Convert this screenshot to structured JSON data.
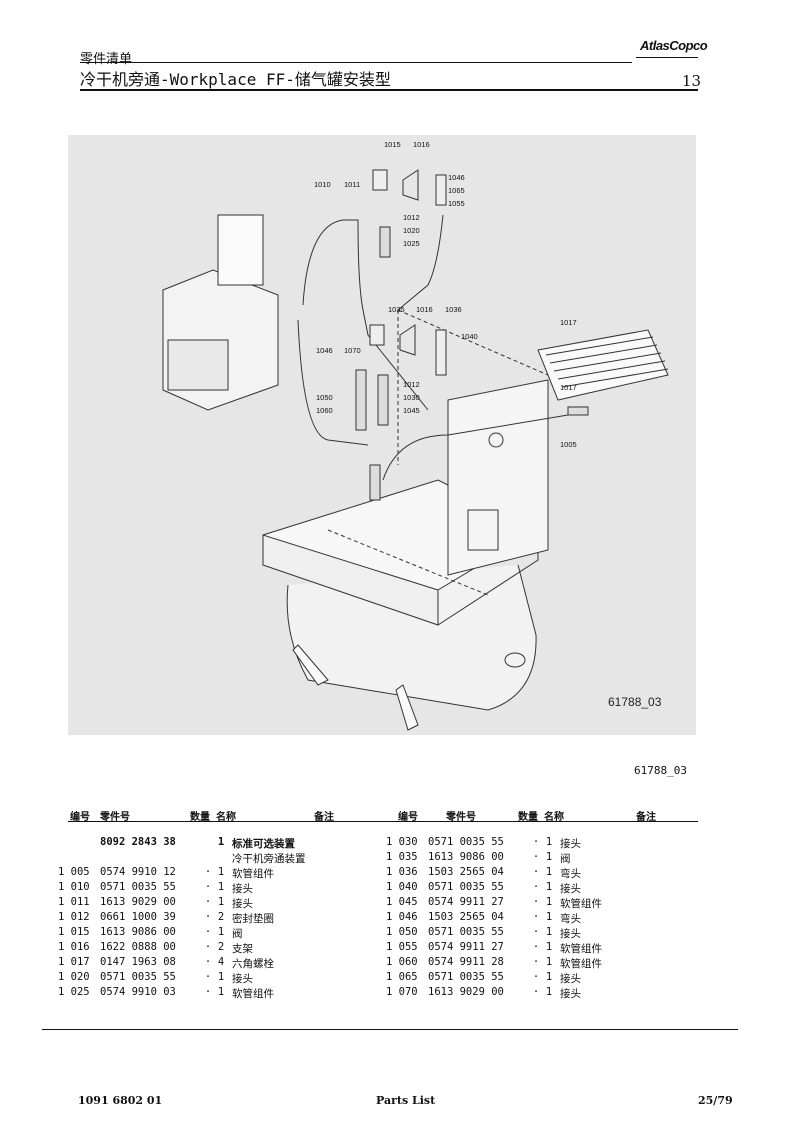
{
  "header": {
    "section_label": "零件清单",
    "title": "冷干机旁通-Workplace FF-储气罐安装型",
    "page_number": "13",
    "logo_text": "AtlasCopco"
  },
  "diagram": {
    "drawing_code": "61788_03",
    "figure_ref": "61788_03",
    "callouts": [
      "1015",
      "1016",
      "1046",
      "1065",
      "1055",
      "1010",
      "1011",
      "1012",
      "1020",
      "1025",
      "1035",
      "1016",
      "1036",
      "1017",
      "1040",
      "1046",
      "1070",
      "1012",
      "1030",
      "1045",
      "1050",
      "1060",
      "1017",
      "1005"
    ]
  },
  "columns": {
    "pos": "编号",
    "part_no": "零件号",
    "qty_name": "数量 名称",
    "remark": "备注"
  },
  "left_table": [
    {
      "pos": "",
      "pn": "8092 2843 38",
      "dot": "",
      "qty": "1",
      "name": "标准可选装置",
      "bold": true
    },
    {
      "pos": "",
      "pn": "",
      "dot": "",
      "qty": "",
      "name": "冷干机旁通装置",
      "bold": false
    },
    {
      "pos": "1 005",
      "pn": "0574 9910 12",
      "dot": "·",
      "qty": "1",
      "name": "软管组件",
      "bold": false
    },
    {
      "pos": "1 010",
      "pn": "0571 0035 55",
      "dot": "·",
      "qty": "1",
      "name": "接头",
      "bold": false
    },
    {
      "pos": "1 011",
      "pn": "1613 9029 00",
      "dot": "·",
      "qty": "1",
      "name": "接头",
      "bold": false
    },
    {
      "pos": "1 012",
      "pn": "0661 1000 39",
      "dot": "·",
      "qty": "2",
      "name": "密封垫圈",
      "bold": false
    },
    {
      "pos": "1 015",
      "pn": "1613 9086 00",
      "dot": "·",
      "qty": "1",
      "name": "阀",
      "bold": false
    },
    {
      "pos": "1 016",
      "pn": "1622 0888 00",
      "dot": "·",
      "qty": "2",
      "name": "支架",
      "bold": false
    },
    {
      "pos": "1 017",
      "pn": "0147 1963 08",
      "dot": "·",
      "qty": "4",
      "name": "六角螺栓",
      "bold": false
    },
    {
      "pos": "1 020",
      "pn": "0571 0035 55",
      "dot": "·",
      "qty": "1",
      "name": "接头",
      "bold": false
    },
    {
      "pos": "1 025",
      "pn": "0574 9910 03",
      "dot": "·",
      "qty": "1",
      "name": "软管组件",
      "bold": false
    }
  ],
  "right_table": [
    {
      "pos": "1 030",
      "pn": "0571 0035 55",
      "dot": "·",
      "qty": "1",
      "name": "接头",
      "bold": false
    },
    {
      "pos": "1 035",
      "pn": "1613 9086 00",
      "dot": "·",
      "qty": "1",
      "name": "阀",
      "bold": false
    },
    {
      "pos": "1 036",
      "pn": "1503 2565 04",
      "dot": "·",
      "qty": "1",
      "name": "弯头",
      "bold": false
    },
    {
      "pos": "1 040",
      "pn": "0571 0035 55",
      "dot": "·",
      "qty": "1",
      "name": "接头",
      "bold": false
    },
    {
      "pos": "1 045",
      "pn": "0574 9911 27",
      "dot": "·",
      "qty": "1",
      "name": "软管组件",
      "bold": false
    },
    {
      "pos": "1 046",
      "pn": "1503 2565 04",
      "dot": "·",
      "qty": "1",
      "name": "弯头",
      "bold": false
    },
    {
      "pos": "1 050",
      "pn": "0571 0035 55",
      "dot": "·",
      "qty": "1",
      "name": "接头",
      "bold": false
    },
    {
      "pos": "1 055",
      "pn": "0574 9911 27",
      "dot": "·",
      "qty": "1",
      "name": "软管组件",
      "bold": false
    },
    {
      "pos": "1 060",
      "pn": "0574 9911 28",
      "dot": "·",
      "qty": "1",
      "name": "软管组件",
      "bold": false
    },
    {
      "pos": "1 065",
      "pn": "0571 0035 55",
      "dot": "·",
      "qty": "1",
      "name": "接头",
      "bold": false
    },
    {
      "pos": "1 070",
      "pn": "1613 9029 00",
      "dot": "·",
      "qty": "1",
      "name": "接头",
      "bold": false
    }
  ],
  "footer": {
    "doc_number": "1091 6802 01",
    "label": "Parts List",
    "page": "25/79"
  }
}
